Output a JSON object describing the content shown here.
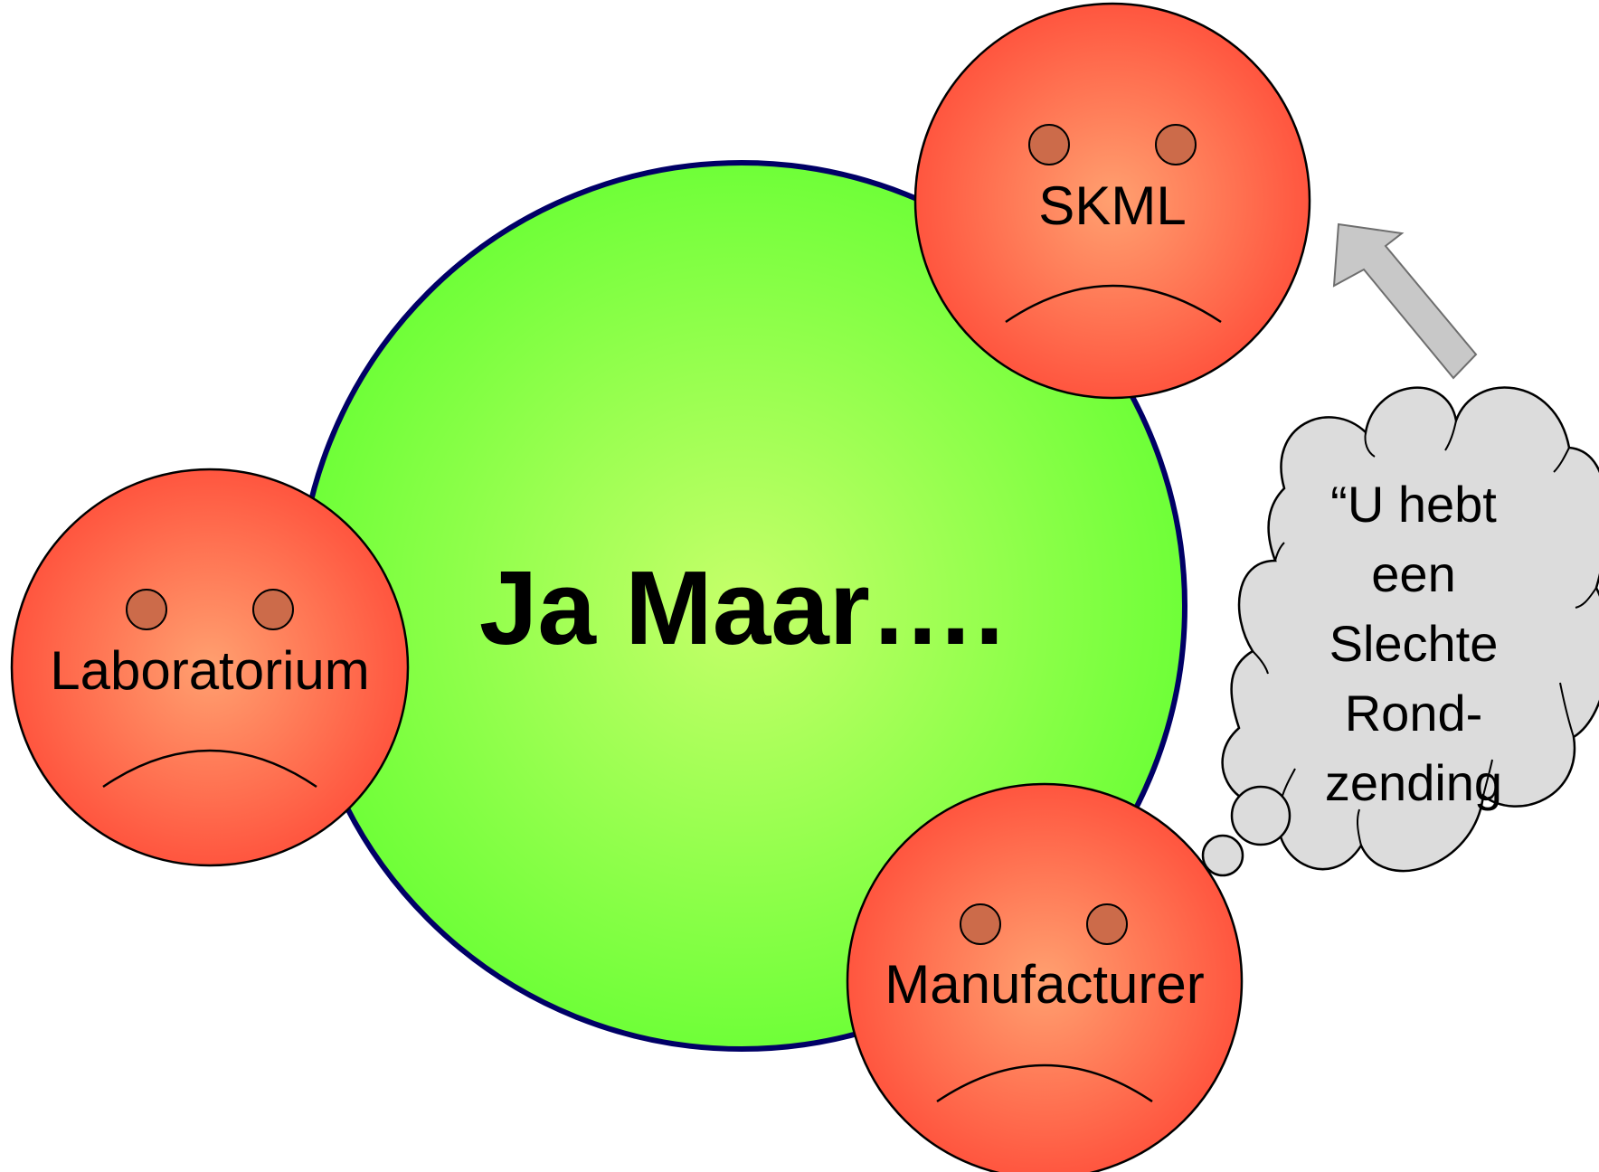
{
  "center": {
    "title": "Ja Maar….",
    "fill_inner": "#c6ff6a",
    "fill_outer": "#66ff33",
    "stroke": "#000066"
  },
  "faces": {
    "skml": {
      "label": "SKML"
    },
    "laboratorium": {
      "label": "Laboratorium"
    },
    "manufacturer": {
      "label": "Manufacturer"
    },
    "fill_inner": "#ff9a66",
    "fill_outer": "#ff4e3a",
    "eye_color": "#cc6b4a"
  },
  "thought": {
    "lines": [
      "“U hebt",
      "een",
      "Slechte",
      "Rond-",
      "zending"
    ],
    "fill": "#d9d9d9"
  },
  "arrow": {
    "fill": "#c0c0c0",
    "stroke": "#808080"
  }
}
